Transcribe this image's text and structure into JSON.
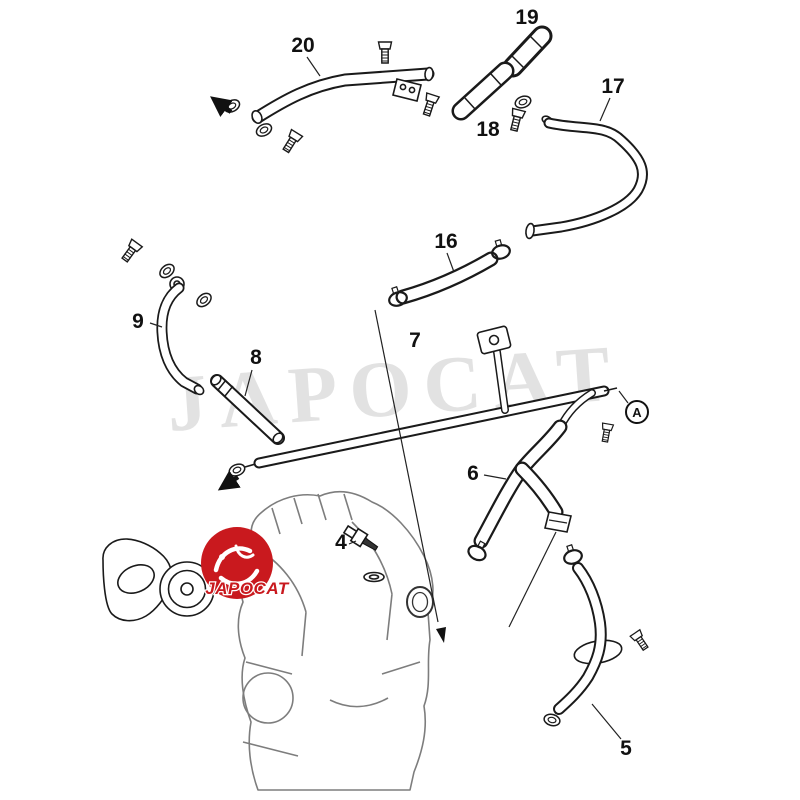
{
  "diagram": {
    "watermark_text": "JAPOCAT",
    "logo_text": "JAPOCAT",
    "detail_marker": "A",
    "part_labels": {
      "p4": "4",
      "p5": "5",
      "p6": "6",
      "p7": "7",
      "p8": "8",
      "p9": "9",
      "p16": "16",
      "p17": "17",
      "p18": "18",
      "p19": "19",
      "p20": "20"
    },
    "colors": {
      "logo_red": "#c9191e",
      "line_black": "#1a1a1a",
      "engine_gray": "#7d7d7d",
      "watermark_gray": "#c6c6c6"
    }
  }
}
